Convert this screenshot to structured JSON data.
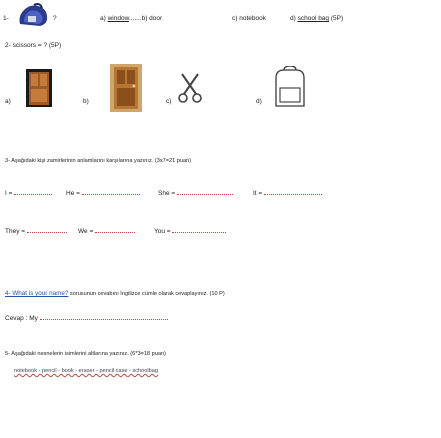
{
  "q1": {
    "number": "1-",
    "item_after_image": "?",
    "options": [
      {
        "letter": "a)",
        "word": "window",
        "dots": ".......",
        "answer": "b) door"
      },
      {
        "letter": "c)",
        "word": "notebook"
      },
      {
        "letter": "d)",
        "word": "school bag"
      }
    ],
    "points": "(5P)"
  },
  "q2": {
    "title": "2- scissors = ? (5P)",
    "option_letters": [
      "a)",
      "b)",
      "c)",
      "d)"
    ]
  },
  "q3": {
    "instruction": "3- Aşağıdaki kişi zamirlerinin anlamlarını karşılarına yazınız. (3x7=21 puan)",
    "row1": [
      "I =",
      "He =",
      "She =",
      "It ="
    ],
    "row2": [
      "They =",
      "We =",
      "You ="
    ]
  },
  "q4": {
    "instruction_prefix": "4- What is your name?",
    "instruction_suffix": "sorusunun cevabını İngilizce cümle olarak cevaplayınız. (10 P)",
    "answer_label": "Cevap : My"
  },
  "q5": {
    "instruction": "5- Aşağıdaki nesnelerin isimlerini altlarına yazınız. (6*3=18 puan)",
    "answers": "notebook - pencil - book - eraser - pencil case - schoolbag"
  }
}
